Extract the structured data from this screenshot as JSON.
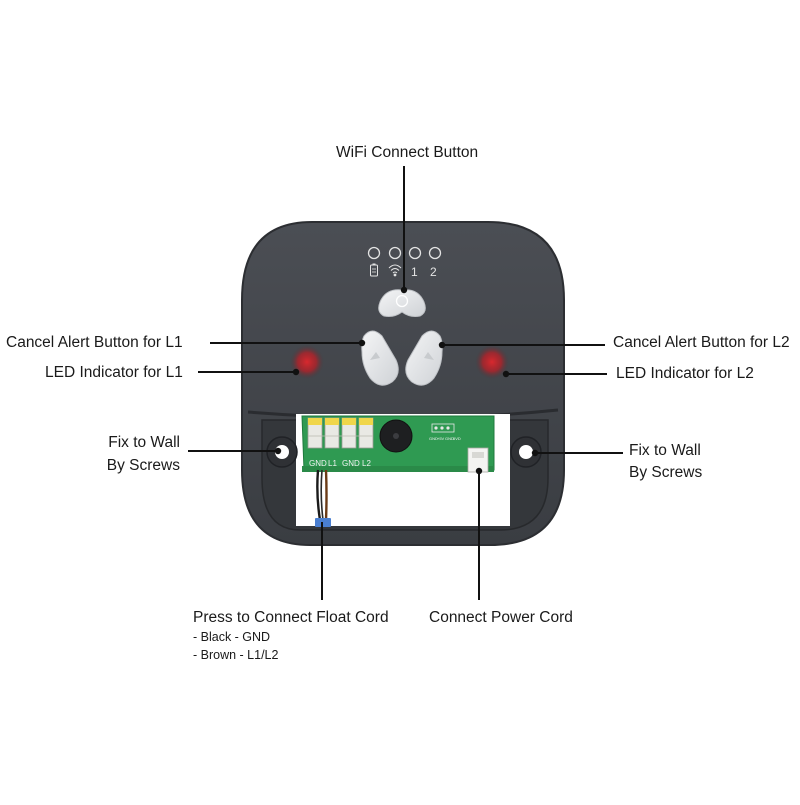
{
  "callouts": {
    "wifi_button": "WiFi Connect Button",
    "cancel_l1": "Cancel Alert Button for L1",
    "led_l1": "LED Indicator for L1",
    "cancel_l2": "Cancel Alert Button for L2",
    "led_l2": "LED Indicator for L2",
    "fix_left_line1": "Fix to Wall",
    "fix_left_line2": "By Screws",
    "fix_right_line1": "Fix to Wall",
    "fix_right_line2": "By Screws",
    "float_cord": "Press to Connect Float Cord",
    "float_black": "- Black - GND",
    "float_brown": "- Brown - L1/L2",
    "power_cord": "Connect Power Cord"
  },
  "device": {
    "status_labels": [
      "1",
      "2"
    ],
    "terminal_labels": [
      "GND",
      "L1",
      "GND",
      "L2"
    ],
    "power_pin_labels": [
      "GND",
      "+5V",
      "GND",
      "5VD"
    ],
    "icons": [
      "battery-icon",
      "wifi-icon"
    ],
    "colors": {
      "housing": "#414449",
      "pcb": "#2f9a52",
      "led_red": "#d8232a",
      "button": "#e8eaec"
    }
  }
}
